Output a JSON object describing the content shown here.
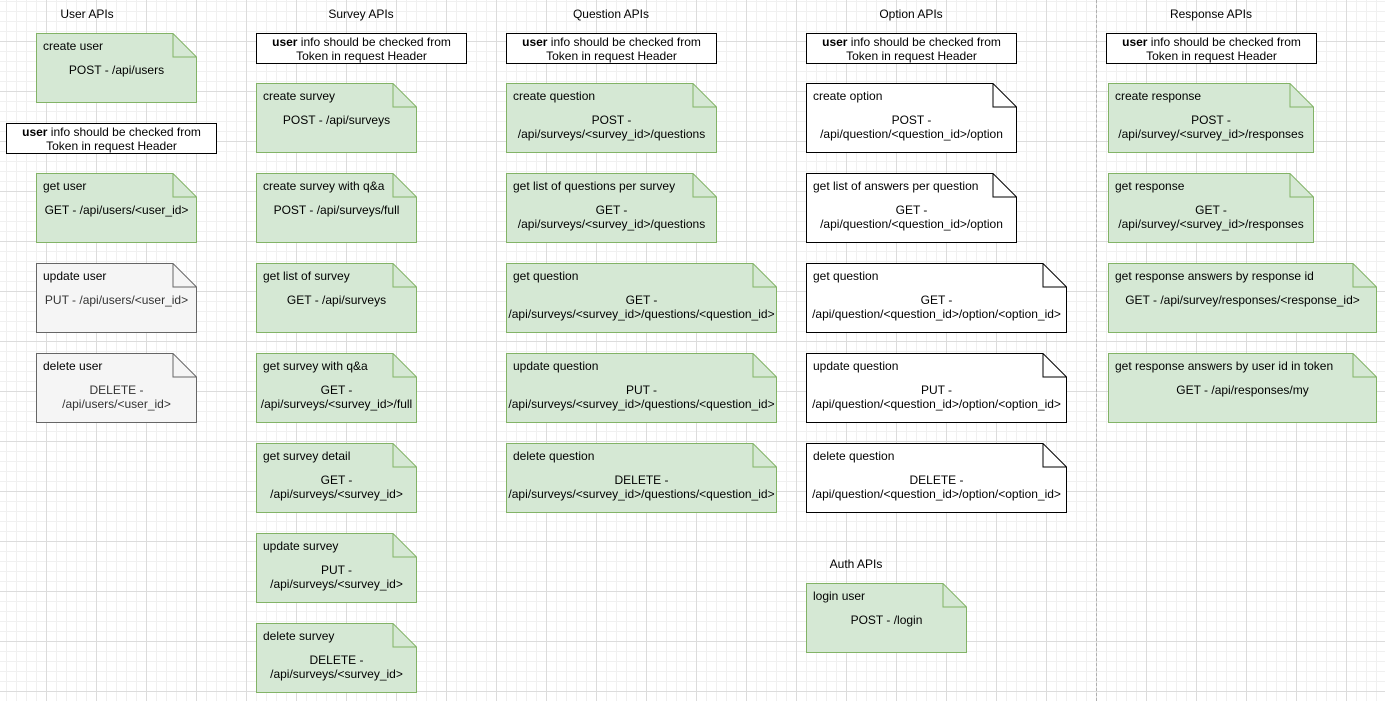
{
  "columns": [
    {
      "title": "User APIs"
    },
    {
      "title": "Survey APIs"
    },
    {
      "title": "Question APIs"
    },
    {
      "title": "Option APIs"
    },
    {
      "title": "Response APIs"
    },
    {
      "title": "Auth APIs"
    }
  ],
  "info": {
    "bold": "user",
    "line1_rest": " info should be checked from",
    "line2": "Token in request Header"
  },
  "notes": [
    {
      "title": "create user",
      "body": "POST - /api/users"
    },
    {
      "title": "get user",
      "body": "GET - /api/users/<user_id>"
    },
    {
      "title": "update user",
      "body": "PUT - /api/users/<user_id>"
    },
    {
      "title": "delete user",
      "body": "DELETE -\n/api/users/<user_id>"
    },
    {
      "title": "create survey",
      "body": "POST - /api/surveys"
    },
    {
      "title": "create survey with q&a",
      "body": "POST - /api/surveys/full"
    },
    {
      "title": "get list of survey",
      "body": "GET - /api/surveys"
    },
    {
      "title": "get survey with q&a",
      "body": "GET -\n/api/surveys/<survey_id>/full"
    },
    {
      "title": "get survey detail",
      "body": "GET -\n/api/surveys/<survey_id>"
    },
    {
      "title": "update survey",
      "body": "PUT -\n/api/surveys/<survey_id>"
    },
    {
      "title": "delete survey",
      "body": "DELETE -\n/api/surveys/<survey_id>"
    },
    {
      "title": "create question",
      "body": "POST -\n/api/surveys/<survey_id>/questions"
    },
    {
      "title": "get list of questions per survey",
      "body": "GET -\n/api/surveys/<survey_id>/questions"
    },
    {
      "title": "get question",
      "body": "GET -\n/api/surveys/<survey_id>/questions/<question_id>"
    },
    {
      "title": "update question",
      "body": "PUT -\n/api/surveys/<survey_id>/questions/<question_id>"
    },
    {
      "title": "delete question",
      "body": "DELETE -\n/api/surveys/<survey_id>/questions/<question_id>"
    },
    {
      "title": "create option",
      "body": "POST -\n/api/question/<question_id>/option"
    },
    {
      "title": "get list of answers per question",
      "body": "GET -\n/api/question/<question_id>/option"
    },
    {
      "title": "get question",
      "body": "GET -\n/api/question/<question_id>/option/<option_id>"
    },
    {
      "title": "update question",
      "body": "PUT -\n/api/question/<question_id>/option/<option_id>"
    },
    {
      "title": "delete question",
      "body": "DELETE -\n/api/question/<question_id>/option/<option_id>"
    },
    {
      "title": "create response",
      "body": "POST -\n/api/survey/<survey_id>/responses"
    },
    {
      "title": "get response",
      "body": "GET -\n/api/survey/<survey_id>/responses"
    },
    {
      "title": "get response answers by response id",
      "body": "GET - /api/survey/responses/<response_id>"
    },
    {
      "title": "get response answers by user id in token",
      "body": "GET - /api/responses/my"
    },
    {
      "title": "login user",
      "body": "POST - /login"
    }
  ]
}
